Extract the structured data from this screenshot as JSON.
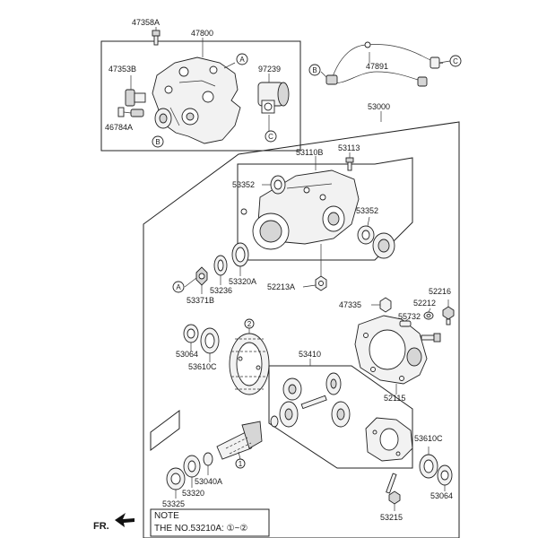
{
  "labels": {
    "p47358A": "47358A",
    "p47800": "47800",
    "p47353B": "47353B",
    "p97239": "97239",
    "p46784A": "46784A",
    "p47891": "47891",
    "p53000": "53000",
    "p53110B": "53110B",
    "p53113": "53113",
    "p53352a": "53352",
    "p53352b": "53352",
    "p53320A": "53320A",
    "p53236": "53236",
    "p53371B": "53371B",
    "p52213A": "52213A",
    "p47335": "47335",
    "p52216": "52216",
    "p52212": "52212",
    "p55732": "55732",
    "p53064a": "53064",
    "p53610Ca": "53610C",
    "p53410": "53410",
    "p52115": "52115",
    "p53610Cb": "53610C",
    "p53064b": "53064",
    "p53040A": "53040A",
    "p53325": "53325",
    "p53320": "53320",
    "p53215": "53215"
  },
  "callouts": {
    "A": "A",
    "B": "B",
    "C": "C",
    "one": "1",
    "two": "2"
  },
  "note": {
    "title": "NOTE",
    "text": "THE NO.53210A: ①~②"
  },
  "front": {
    "label": "FR."
  }
}
